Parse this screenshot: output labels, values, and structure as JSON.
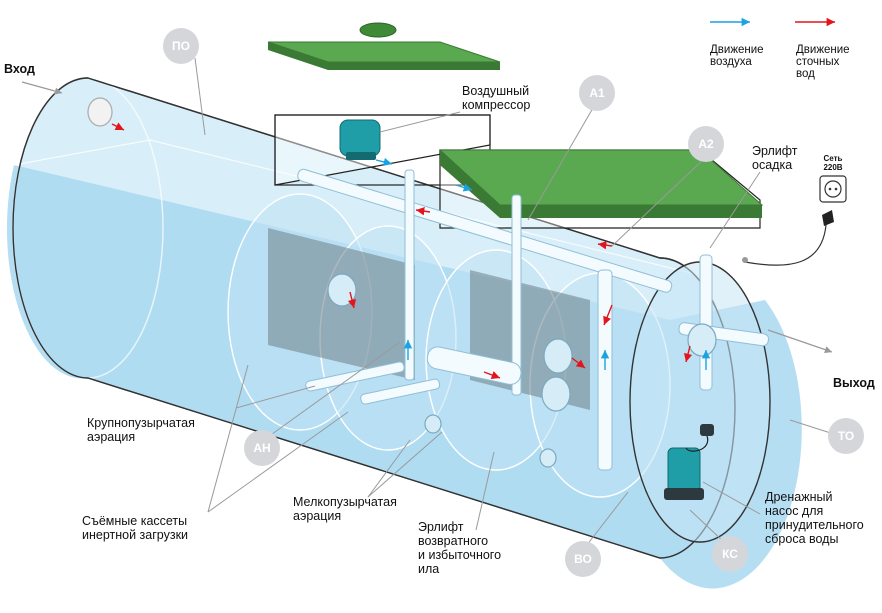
{
  "legend": {
    "air_label": "Движение\nвоздуха",
    "wastewater_label": "Движение\nсточных\nвод",
    "air_color": "#1aa3e0",
    "wastewater_color": "#e3141b"
  },
  "ends": {
    "inlet": "Вход",
    "outlet": "Выход"
  },
  "power": {
    "label": "Сеть\n220В"
  },
  "labels": {
    "compressor": "Воздушный\nкомпрессор",
    "sludge_airlift": "Эрлифт\nосадка",
    "coarse_aeration": "Крупнопузырчатая\nаэрация",
    "fine_aeration": "Мелкопузырчатая\nаэрация",
    "cassettes": "Съёмные кассеты\nинертной загрузки",
    "return_airlift": "Эрлифт\nвозвратного\nи избыточного\nила",
    "drain_pump": "Дренажный\nнасос для\nпринудительного\nсброса воды"
  },
  "badges": {
    "po": "ПО",
    "a1": "А1",
    "a2": "А2",
    "an": "АН",
    "vo": "ВО",
    "ks": "КС",
    "to": "ТО"
  },
  "colors": {
    "water": "#9ed3ee",
    "tank": "#cfe9f7",
    "lid_green": "#5aa84f",
    "pump": "#1f9ea8",
    "badge": "#d4d6d9"
  }
}
